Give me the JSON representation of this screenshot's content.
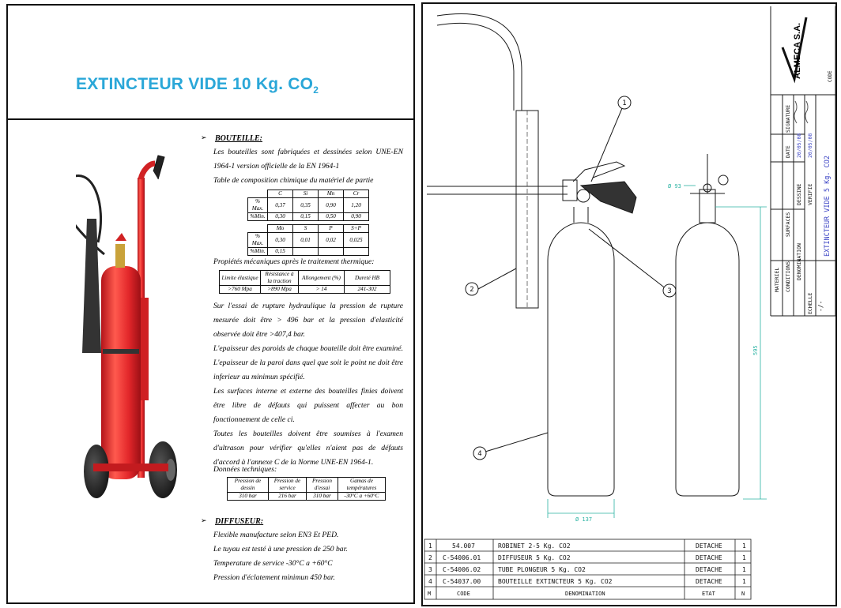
{
  "left_page": {
    "title": "EXTINCTEUR VIDE 10 Kg. CO",
    "title_sub": "2",
    "bouteille": {
      "heading": "BOUTEILLE:",
      "intro": "Les bouteilles sont fabriquées et dessinées selon UNE-EN 1964-1 version officielle de la EN 1964-1",
      "composition_label": "Table de composition chimique du matériel de partie",
      "composition_1": {
        "headers": [
          "",
          "C",
          "Si",
          "Mn",
          "Cr"
        ],
        "rows": [
          [
            "% Max.",
            "0,37",
            "0,35",
            "0,90",
            "1,20"
          ],
          [
            "%Min.",
            "0,30",
            "0,15",
            "0,50",
            "0,90"
          ]
        ]
      },
      "composition_2": {
        "headers": [
          "",
          "Mo",
          "S",
          "P",
          "S+P"
        ],
        "rows": [
          [
            "% Max.",
            "0,30",
            "0,01",
            "0,02",
            "0,025"
          ],
          [
            "%Min.",
            "0,15",
            "",
            "",
            ""
          ]
        ]
      },
      "mech_label": "Propiétés mécaniques après le traitement thermique:",
      "mech_table": {
        "headers": [
          "Limite élastique",
          "Résistance à la traction",
          "Allongement (%)",
          "Dureté HB"
        ],
        "row": [
          ">760 Mpa",
          ">890 Mpa",
          "> 14",
          "241-302"
        ]
      },
      "para1": "Sur l'essai de rupture hydraulique la pression de rupture mesurée doit être > 496 bar et la pression d'elasticité observée doit être >407,4 bar.",
      "para2": "L'epaisseur des paroids de chaque bouteille doit être examiné. L'epaisseur de la paroi dans quel que soit le point ne doit être inferieur au minimun spécifié.",
      "para3": "Les surfaces interne et externe des bouteilles finies doivent être libre de défauts qui puissent affecter au bon fonctionnement de celle ci.",
      "para4": "Toutes les bouteilles doivent être soumises à l'examen d'ultrason pour vérifier qu'elles n'aient pas de défauts d'accord à l'annexe C de la Norme UNE-EN 1964-1.",
      "tech_label": "Données techniques:",
      "tech_table": {
        "headers": [
          "Pression de dessin",
          "Pression de service",
          "Pression d'essai",
          "Gamas de températures"
        ],
        "row": [
          "310 bar",
          "216 bar",
          "310 bar",
          "-30°C a +60°C"
        ]
      }
    },
    "diffuseur": {
      "heading": "DIFFUSEUR:",
      "lines": [
        "Flexible manufacture selon EN3 Et PED.",
        "Le tuyau est testé à une pression de 250 bar.",
        "Temperature de service -30°C a +60°C",
        "Pression d'éclatement minimun 450 bar."
      ]
    },
    "bullet": "➢"
  },
  "right_page": {
    "company": "ALMECA S.A.",
    "company_initial": "V",
    "code_label": "CODE",
    "title_block": {
      "date_label": "DATE",
      "signature_label": "SIGNATURE",
      "dessine_label": "DESSINE",
      "verifie_label": "VERIFIE",
      "date1": "20/05/08",
      "date2": "20/05/08",
      "surfaces_label": "SURFACES",
      "materiel_label": "MATERIEL",
      "conditions_label": "CONDITIONS",
      "denomination_label": "DENOMINATION",
      "denomination": "EXTINCTEUR VIDE 5 Kg. CO2",
      "echelle_label": "ECHELLE",
      "echelle": "-/-"
    },
    "dimensions": {
      "valve_dia": "Ø 93",
      "height": "595",
      "body_dia": "Ø 137"
    },
    "callouts": [
      "1",
      "2",
      "3",
      "4"
    ],
    "bom": {
      "rows": [
        [
          "1",
          "54.007",
          "ROBINET 2-5 Kg. CO2",
          "DETACHE",
          "1"
        ],
        [
          "2",
          "C-54006.01",
          "DIFFUSEUR 5 Kg. CO2",
          "DETACHE",
          "1"
        ],
        [
          "3",
          "C-54006.02",
          "TUBE PLONGEUR 5 Kg. CO2",
          "DETACHE",
          "1"
        ],
        [
          "4",
          "C-54037.00",
          "BOUTEILLE EXTINCTEUR 5 Kg. CO2",
          "DETACHE",
          "1"
        ]
      ],
      "header": [
        "M",
        "CODE",
        "DENOMINATION",
        "ETAT",
        "N"
      ]
    },
    "colors": {
      "dimension": "#2bb3a3",
      "ink": "#1a1a1a",
      "red": "#e8262a",
      "title_blue": "#2aa7d8"
    }
  }
}
